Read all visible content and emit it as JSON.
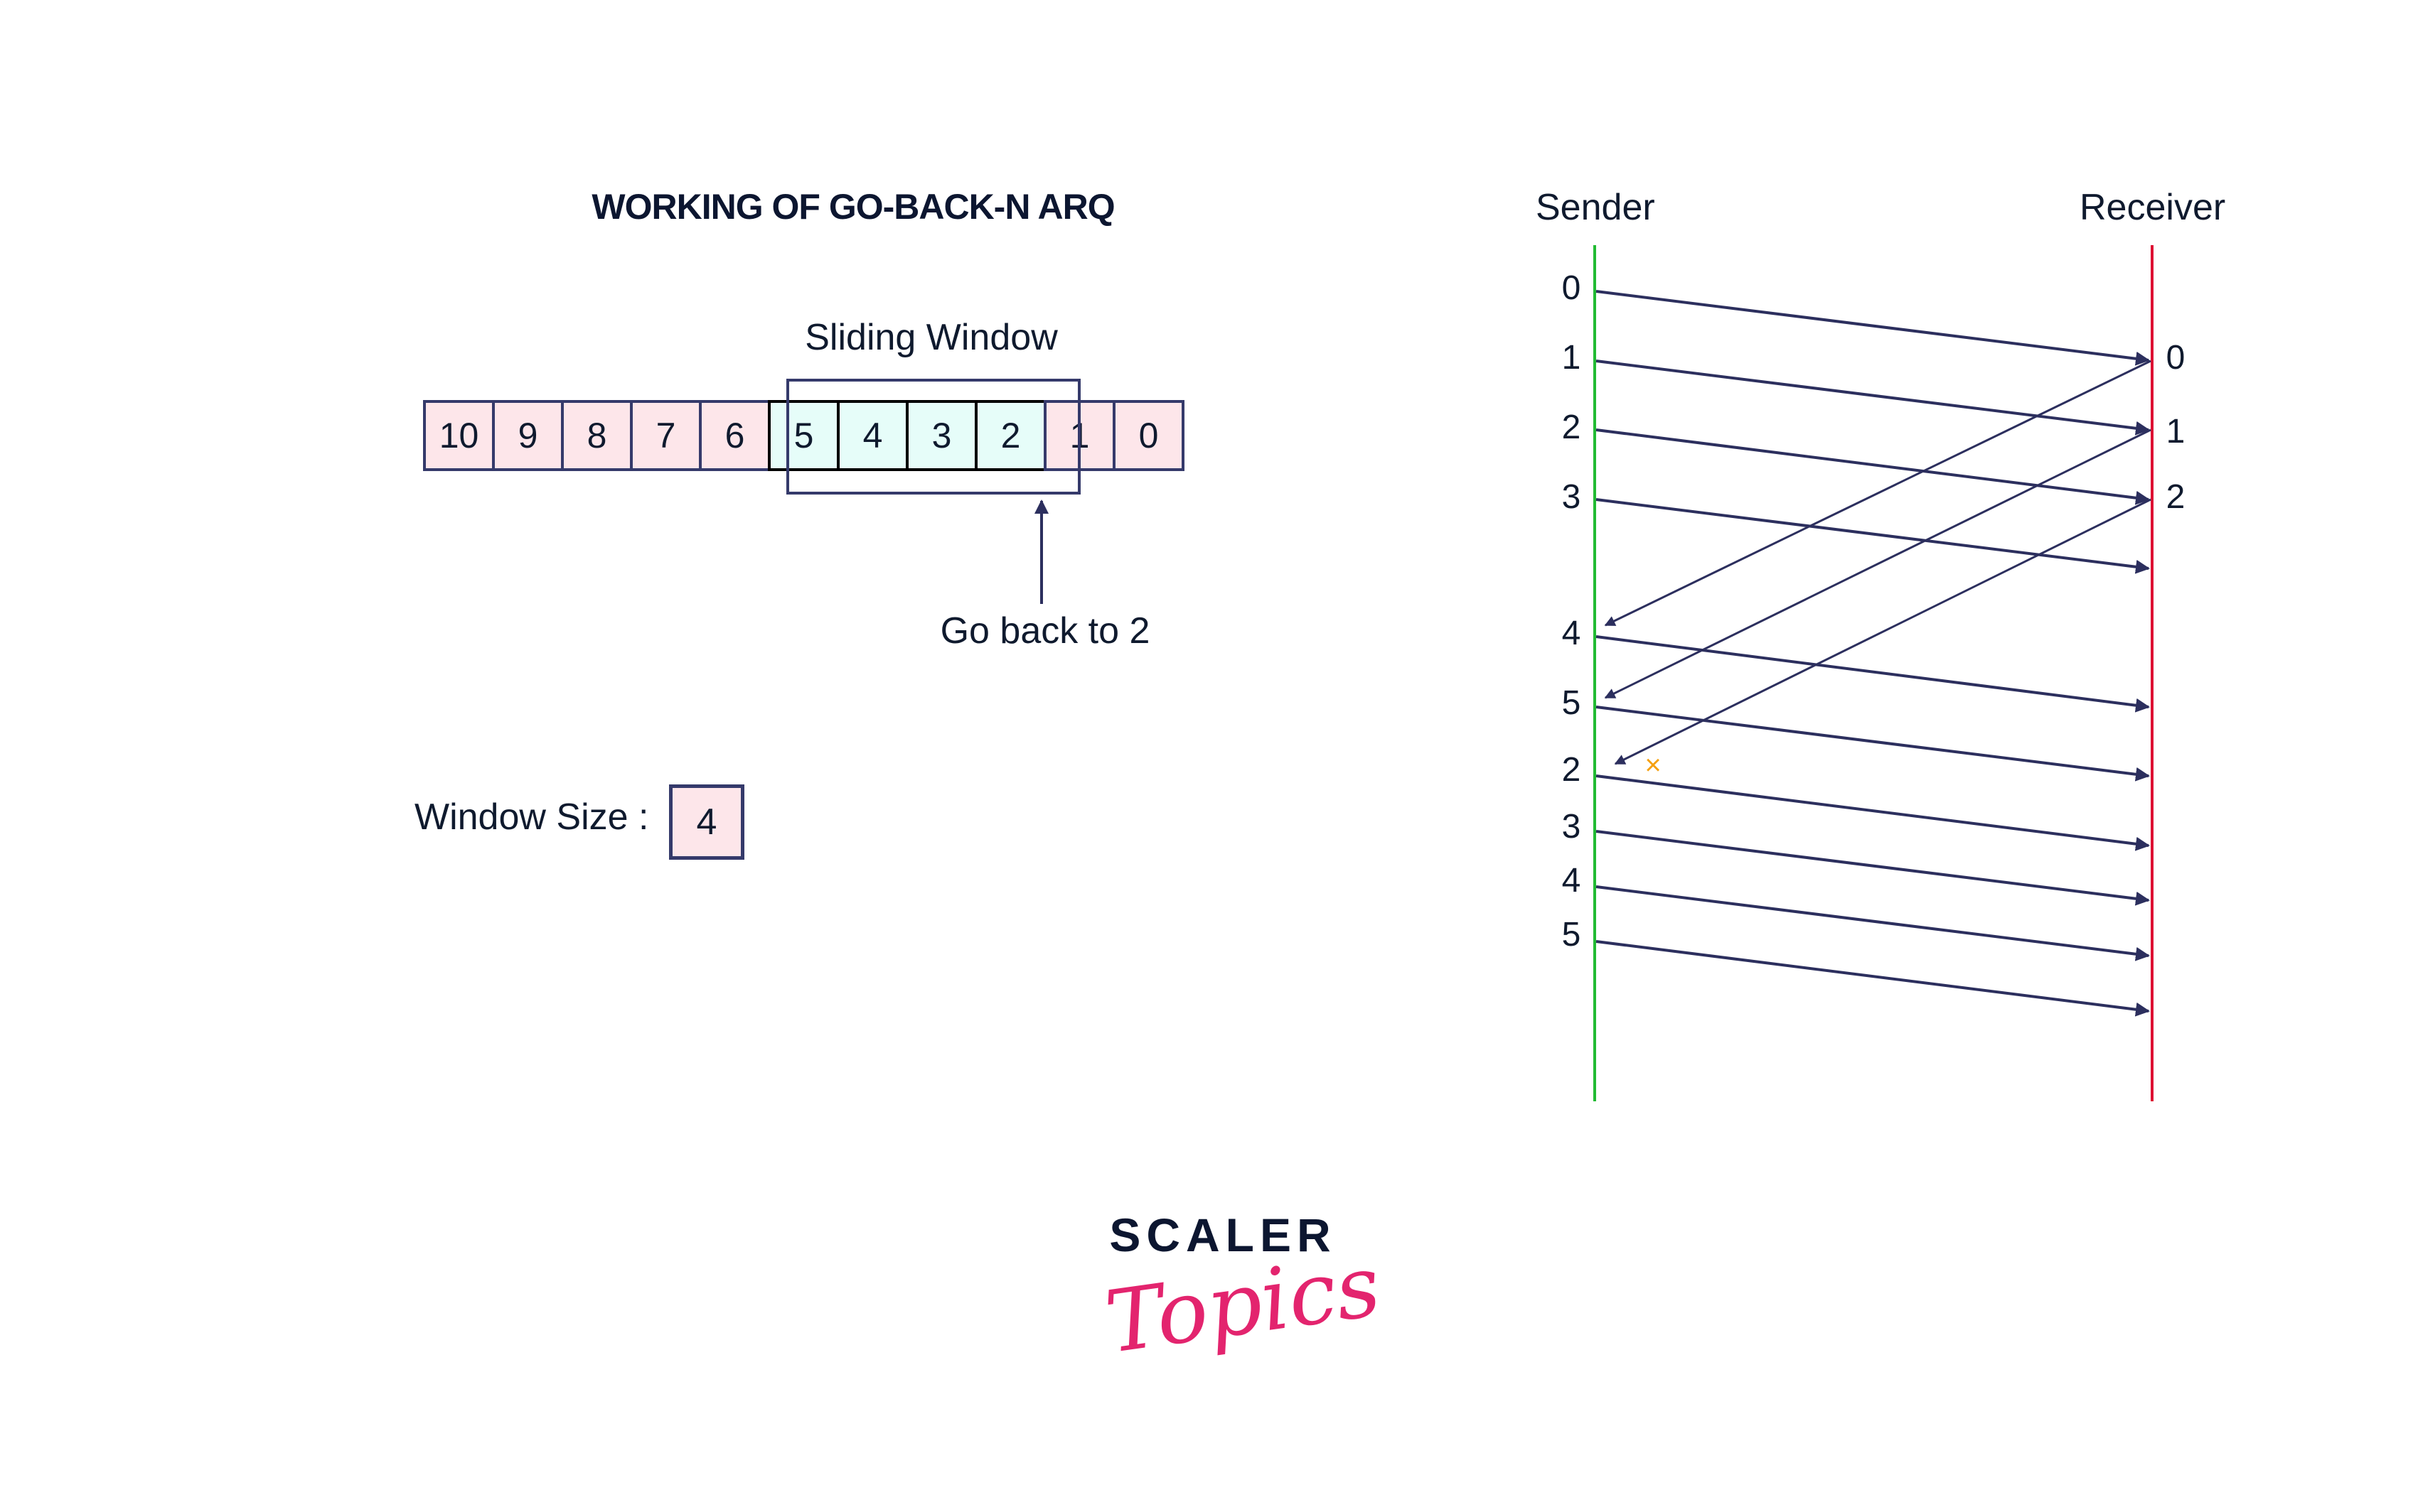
{
  "title": "WORKING OF GO-BACK-N ARQ",
  "sliding_window": {
    "label": "Sliding Window",
    "frames": [
      "10",
      "9",
      "8",
      "7",
      "6",
      "5",
      "4",
      "3",
      "2",
      "1",
      "0"
    ],
    "window_frames": [
      "5",
      "4",
      "3",
      "2"
    ],
    "go_back_label": "Go back to 2"
  },
  "window_size": {
    "label": "Window Size :",
    "value": "4"
  },
  "sequence": {
    "sender_label": "Sender",
    "receiver_label": "Receiver",
    "sender_labels": [
      "0",
      "1",
      "2",
      "3",
      "4",
      "5",
      "2",
      "3",
      "4",
      "5"
    ],
    "receiver_labels": [
      "0",
      "1",
      "2"
    ],
    "lost_marker": "×",
    "colors": {
      "sender_line": "#22bb33",
      "receiver_line": "#dd1133",
      "arrow": "#2c2f5e",
      "lost": "#f5a00f"
    }
  },
  "brand": {
    "line1": "SCALER",
    "line2": "Topics",
    "accent": "#e3246e"
  }
}
